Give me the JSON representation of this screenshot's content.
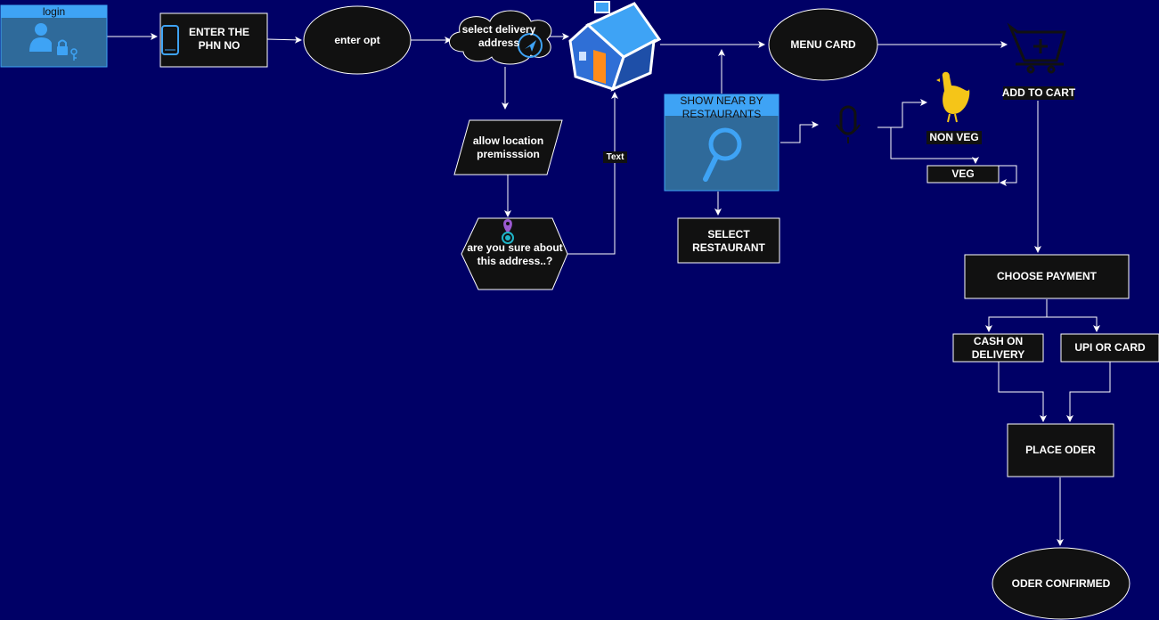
{
  "nodes": {
    "login": "login",
    "enter_phone": "ENTER THE PHN NO",
    "enter_otp": "enter opt",
    "select_address": "select delivery address",
    "allow_location": "allow location premisssion",
    "confirm_address": "are you sure about this address..?",
    "edge_text": "Text",
    "show_nearby": "SHOW NEAR BY RESTAURANTS",
    "select_restaurant": "SELECT RESTAURANT",
    "menu_card": "MENU CARD",
    "add_to_cart": "ADD TO CART",
    "non_veg": "NON VEG",
    "veg": "VEG",
    "choose_payment": "CHOOSE PAYMENT",
    "cash_on_delivery": "CASH ON DELIVERY",
    "upi_or_card": "UPI OR CARD",
    "place_order": "PLACE ODER",
    "order_confirmed": "ODER CONFIRMED"
  },
  "colors": {
    "background": "#000066",
    "node_fill": "#111111",
    "stroke": "#ffffff",
    "accent_blue": "#3ea3f5",
    "panel_blue": "#2f6a9a",
    "chicken_yellow": "#f5c518"
  },
  "icons": [
    "user-lock-icon",
    "phone-icon",
    "cloud-icon",
    "navigation-icon",
    "house-icon",
    "location-pin-icon",
    "search-icon",
    "microphone-icon",
    "chicken-icon",
    "cart-icon"
  ]
}
